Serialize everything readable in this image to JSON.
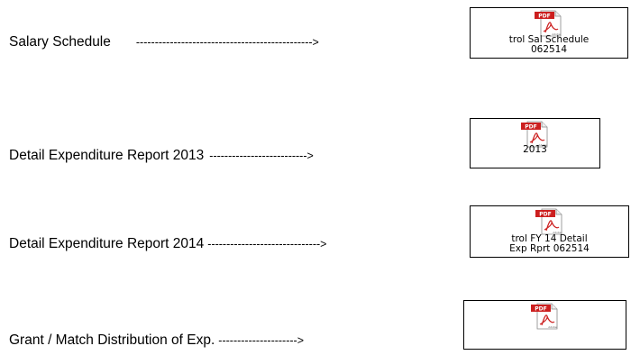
{
  "rows": [
    {
      "label": "Salary Schedule",
      "arrow": "----------------------------------------------->",
      "attachment": {
        "icon": "pdf-file-icon",
        "icon_badge": "PDF",
        "icon_brand": "Adobe",
        "caption": "trol Sal Schedule\n062514"
      }
    },
    {
      "label": " Detail Expenditure Report 2013",
      "arrow": "-------------------------->",
      "attachment": {
        "icon": "pdf-file-icon",
        "icon_badge": "PDF",
        "icon_brand": "Adobe",
        "caption": "2013"
      }
    },
    {
      "label": "Detail Expenditure Report 2014",
      "arrow": "------------------------------>",
      "attachment": {
        "icon": "pdf-file-icon",
        "icon_badge": "PDF",
        "icon_brand": "Adobe",
        "caption": "trol FY 14 Detail\nExp Rprt 062514"
      }
    },
    {
      "label": "Grant / Match Distribution of Exp.",
      "arrow": "--------------------->",
      "attachment": {
        "icon": "pdf-file-icon",
        "icon_badge": "PDF",
        "icon_brand": "Adobe",
        "caption": ""
      }
    }
  ],
  "colors": {
    "pdf_red": "#cc1f1f",
    "border": "#000000"
  }
}
